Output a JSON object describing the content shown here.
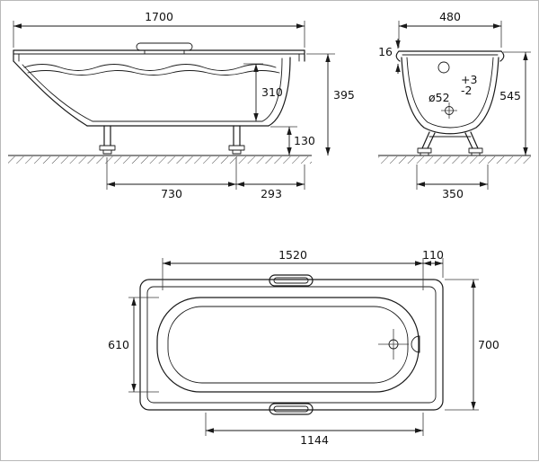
{
  "drawing": {
    "colors": {
      "line": "#1a1a1a",
      "background": "#ffffff",
      "border": "#b9b9b9"
    },
    "dimensions": {
      "side": {
        "overall_length": "1700",
        "inner_depth": "310",
        "rim_height": "395",
        "underside_clearance": "130",
        "leg_span": "730",
        "end_overhang": "293"
      },
      "end": {
        "overall_width": "480",
        "rim_thickness": "16",
        "tol_plus": "+3",
        "tol_minus": "-2",
        "drain_diameter": "ø52",
        "overall_height": "545",
        "leg_span": "350"
      },
      "plan": {
        "inner_length": "1520",
        "end_width": "110",
        "inner_width": "610",
        "overall_width": "700",
        "base_length": "1144"
      }
    }
  }
}
